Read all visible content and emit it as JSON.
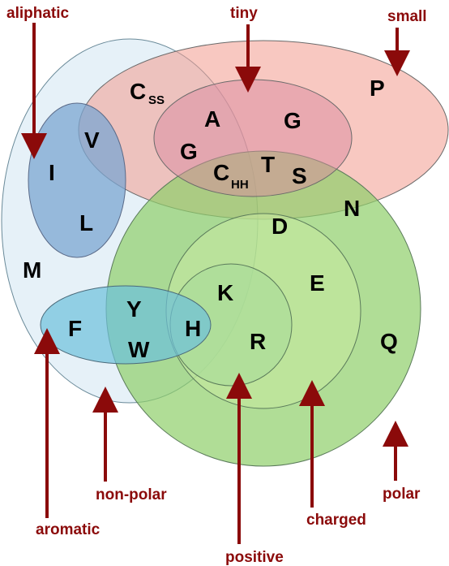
{
  "colors": {
    "nonpolar_fill": "#dcebf5",
    "aliphatic_fill": "#7ba6d2",
    "small_fill": "#f29a8e",
    "tiny_fill": "#d98aa0",
    "polar_fill": "#8fcf6a",
    "charged_fill": "#c9eaa0",
    "positive_fill": "#a9dc9a",
    "aromatic_fill": "#6cc0dc",
    "label": "#8b0a0a",
    "arrow": "#8b0a0a"
  },
  "labels": {
    "aliphatic": "aliphatic",
    "tiny": "tiny",
    "small": "small",
    "nonpolar": "non-polar",
    "polar": "polar",
    "aromatic": "aromatic",
    "charged": "charged",
    "positive": "positive"
  },
  "residues": {
    "C_ss": "C",
    "C_ss_sub": "SS",
    "A": "A",
    "G_tiny": "G",
    "G_small": "G",
    "C_hh": "C",
    "C_hh_sub": "HH",
    "T": "T",
    "S": "S",
    "P": "P",
    "V": "V",
    "I": "I",
    "L": "L",
    "N": "N",
    "D": "D",
    "M": "M",
    "K": "K",
    "E": "E",
    "F": "F",
    "Y": "Y",
    "W": "W",
    "H": "H",
    "R": "R",
    "Q": "Q"
  }
}
